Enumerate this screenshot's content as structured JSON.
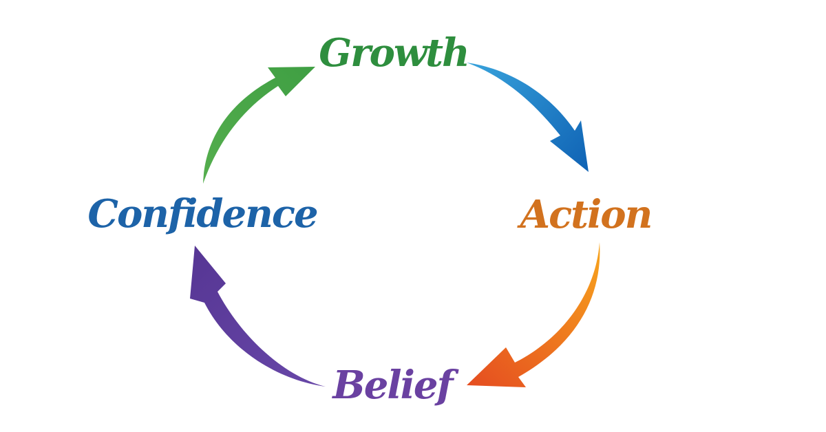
{
  "diagram": {
    "background_color": "#ffffff",
    "cycle_direction": "clockwise",
    "nodes": [
      {
        "id": "growth",
        "label": "Growth",
        "color": "#2e8e3e",
        "position": "top"
      },
      {
        "id": "action",
        "label": "Action",
        "color": "#d2721e",
        "position": "right"
      },
      {
        "id": "belief",
        "label": "Belief",
        "color": "#6a41a1",
        "position": "bottom"
      },
      {
        "id": "confidence",
        "label": "Confidence",
        "color": "#1d63a8",
        "position": "left"
      }
    ],
    "arrows": [
      {
        "id": "confidence-to-growth",
        "from": "Confidence",
        "to": "Growth",
        "color_start": "#55ae4e",
        "color_end": "#3f9f43"
      },
      {
        "id": "growth-to-action",
        "from": "Growth",
        "to": "Action",
        "color_start": "#38a3dc",
        "color_end": "#0f62b4"
      },
      {
        "id": "action-to-belief",
        "from": "Action",
        "to": "Belief",
        "color_start": "#f7a41d",
        "color_end": "#e54d20"
      },
      {
        "id": "belief-to-confidence",
        "from": "Belief",
        "to": "Confidence",
        "color_start": "#6847a8",
        "color_end": "#563694"
      }
    ]
  }
}
